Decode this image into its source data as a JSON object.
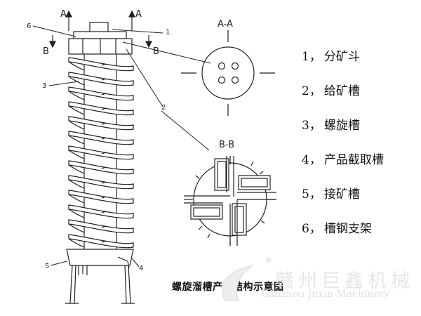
{
  "sections": {
    "a": "A-A",
    "b": "B-B"
  },
  "view_markers": {
    "a": "A",
    "b": "B"
  },
  "callouts": [
    "1",
    "2",
    "3",
    "4",
    "5",
    "6"
  ],
  "legend": [
    {
      "num": "1",
      "sep": "，",
      "label": "分矿斗"
    },
    {
      "num": "2",
      "sep": "，",
      "label": "给矿槽"
    },
    {
      "num": "3",
      "sep": "，",
      "label": "螺旋槽"
    },
    {
      "num": "4",
      "sep": "，",
      "label": "产品截取槽"
    },
    {
      "num": "5",
      "sep": "，",
      "label": "接矿槽"
    },
    {
      "num": "6",
      "sep": "，",
      "label": "槽钢支架"
    }
  ],
  "caption": "螺旋溜槽产品结构示意图",
  "watermark": {
    "cn": "赣州巨鑫机械",
    "en": "Ganzhou Juxin Machinery",
    "reg": "®"
  }
}
